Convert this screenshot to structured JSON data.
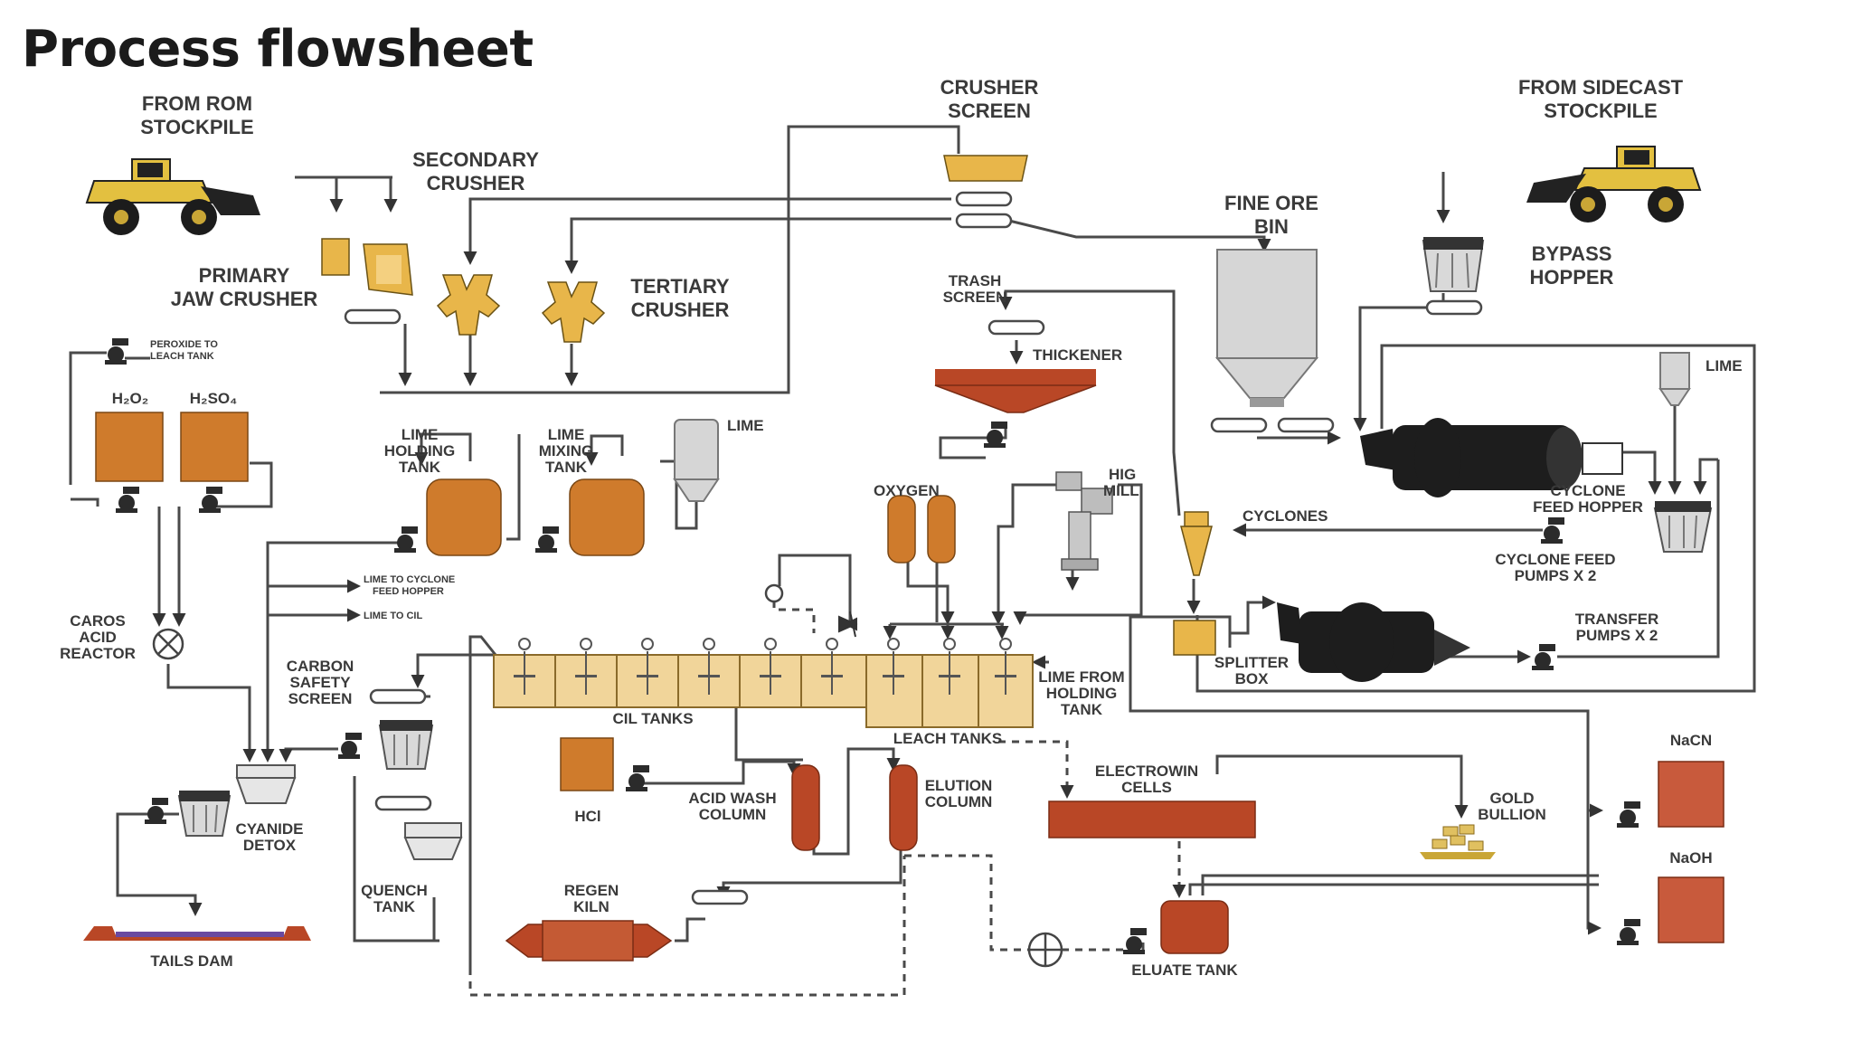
{
  "title": "Process flowsheet",
  "labels": {
    "rom": [
      "FROM ROM",
      "STOCKPILE"
    ],
    "secondary": [
      "SECONDARY",
      "CRUSHER"
    ],
    "primary": [
      "PRIMARY",
      "JAW CRUSHER"
    ],
    "tertiary": [
      "TERTIARY",
      "CRUSHER"
    ],
    "crusher_screen": [
      "CRUSHER",
      "SCREEN"
    ],
    "sidecast": [
      "FROM SIDECAST",
      "STOCKPILE"
    ],
    "fine_ore": [
      "FINE ORE",
      "BIN"
    ],
    "bypass": [
      "BYPASS",
      "HOPPER"
    ],
    "trash": [
      "TRASH",
      "SCREEN"
    ],
    "thickener": "THICKENER",
    "lime_top": "LIME",
    "lime_mid": "LIME",
    "lime_holding": [
      "LIME",
      "HOLDING",
      "TANK"
    ],
    "lime_mixing": [
      "LIME",
      "MIXING",
      "TANK"
    ],
    "oxygen": "OXYGEN",
    "hig": [
      "HIG",
      "MILL"
    ],
    "cyclones": "CYCLONES",
    "cyclone_feed_hopper": [
      "CYCLONE",
      "FEED HOPPER"
    ],
    "cyclone_feed_pumps": [
      "CYCLONE FEED",
      "PUMPS X 2"
    ],
    "transfer_pumps": [
      "TRANSFER",
      "PUMPS X 2"
    ],
    "splitter": [
      "SPLITTER",
      "BOX"
    ],
    "peroxide": [
      "PEROXIDE TO",
      "LEACH TANK"
    ],
    "h2o2": "H₂O₂",
    "h2so4": "H₂SO₄",
    "lime_cyclone": [
      "LIME TO CYCLONE",
      "FEED HOPPER"
    ],
    "lime_cil": "LIME TO CIL",
    "caros": [
      "CAROS",
      "ACID",
      "REACTOR"
    ],
    "carbon_safety": [
      "CARBON",
      "SAFETY",
      "SCREEN"
    ],
    "cil_tanks": "CIL TANKS",
    "leach_tanks": "LEACH TANKS",
    "lime_from_holding": [
      "LIME FROM",
      "HOLDING",
      "TANK"
    ],
    "electrowin": [
      "ELECTROWIN",
      "CELLS"
    ],
    "gold_bullion": [
      "GOLD",
      "BULLION"
    ],
    "nacn": "NaCN",
    "naoh": "NaOH",
    "hcl": "HCl",
    "acid_wash": [
      "ACID WASH",
      "COLUMN"
    ],
    "elution": [
      "ELUTION",
      "COLUMN"
    ],
    "cyanide_detox": [
      "CYANIDE",
      "DETOX"
    ],
    "quench": [
      "QUENCH",
      "TANK"
    ],
    "regen_kiln": [
      "REGEN",
      "KILN"
    ],
    "tails_dam": "TAILS DAM",
    "eluate_tank": "ELUATE TANK"
  },
  "colors": {
    "tank_orange": "#cf7b2c",
    "crusher_yellow": "#e8b64a",
    "cil_tank_fill": "#f1d59a",
    "red_brown": "#b94726",
    "mill_black": "#1d1d1d",
    "silo_grey": "#d6d6d6",
    "nacn_red": "#c85a3c",
    "pipe": "#4a4a4a"
  },
  "icons": [
    "loader-truck-icon",
    "pump-icon",
    "valve-icon",
    "screen-icon",
    "silo-icon",
    "mill-icon"
  ]
}
